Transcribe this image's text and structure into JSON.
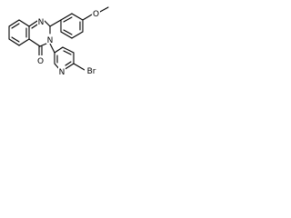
{
  "molecule": {
    "atoms": {
      "n_top": "N",
      "n_mid": "N",
      "o_carbonyl": "O",
      "o_methoxy": "O",
      "n_pyridine": "N",
      "br": "Br"
    },
    "colors": {
      "bond": "#000000",
      "label": "#000000",
      "background": "#ffffff"
    }
  }
}
